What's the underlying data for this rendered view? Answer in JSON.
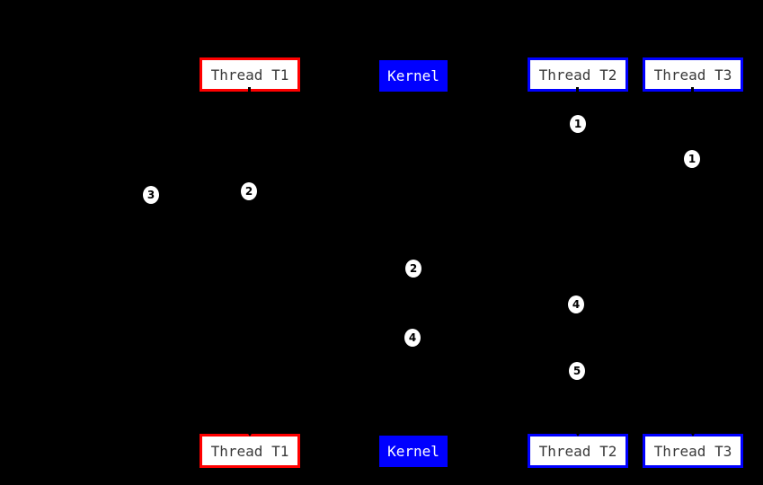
{
  "diagram": {
    "title": "thread-kernel scheduling sequence diagram",
    "background_color": "#000000",
    "colors": {
      "thread_t1_border": "#ff0000",
      "thread_border_blue": "#0000ff",
      "kernel_fill": "#0000ff",
      "node_fill": "#ffffff",
      "node_text": "#3a3a3a",
      "kernel_text": "#ffffff",
      "marker_fill": "#ffffff",
      "marker_text": "#000000"
    },
    "boxes": {
      "top": [
        {
          "label": "Thread T1",
          "style": "red-outline"
        },
        {
          "label": "Kernel",
          "style": "blue-filled"
        },
        {
          "label": "Thread T2",
          "style": "blue-outline"
        },
        {
          "label": "Thread T3",
          "style": "blue-outline"
        }
      ],
      "bottom": [
        {
          "label": "Thread T1",
          "style": "red-outline"
        },
        {
          "label": "Kernel",
          "style": "blue-filled"
        },
        {
          "label": "Thread T2",
          "style": "blue-outline"
        },
        {
          "label": "Thread T3",
          "style": "blue-outline"
        }
      ]
    },
    "markers": [
      {
        "label": "1"
      },
      {
        "label": "1"
      },
      {
        "label": "2"
      },
      {
        "label": "3"
      },
      {
        "label": "2"
      },
      {
        "label": "4"
      },
      {
        "label": "4"
      },
      {
        "label": "5"
      }
    ]
  }
}
